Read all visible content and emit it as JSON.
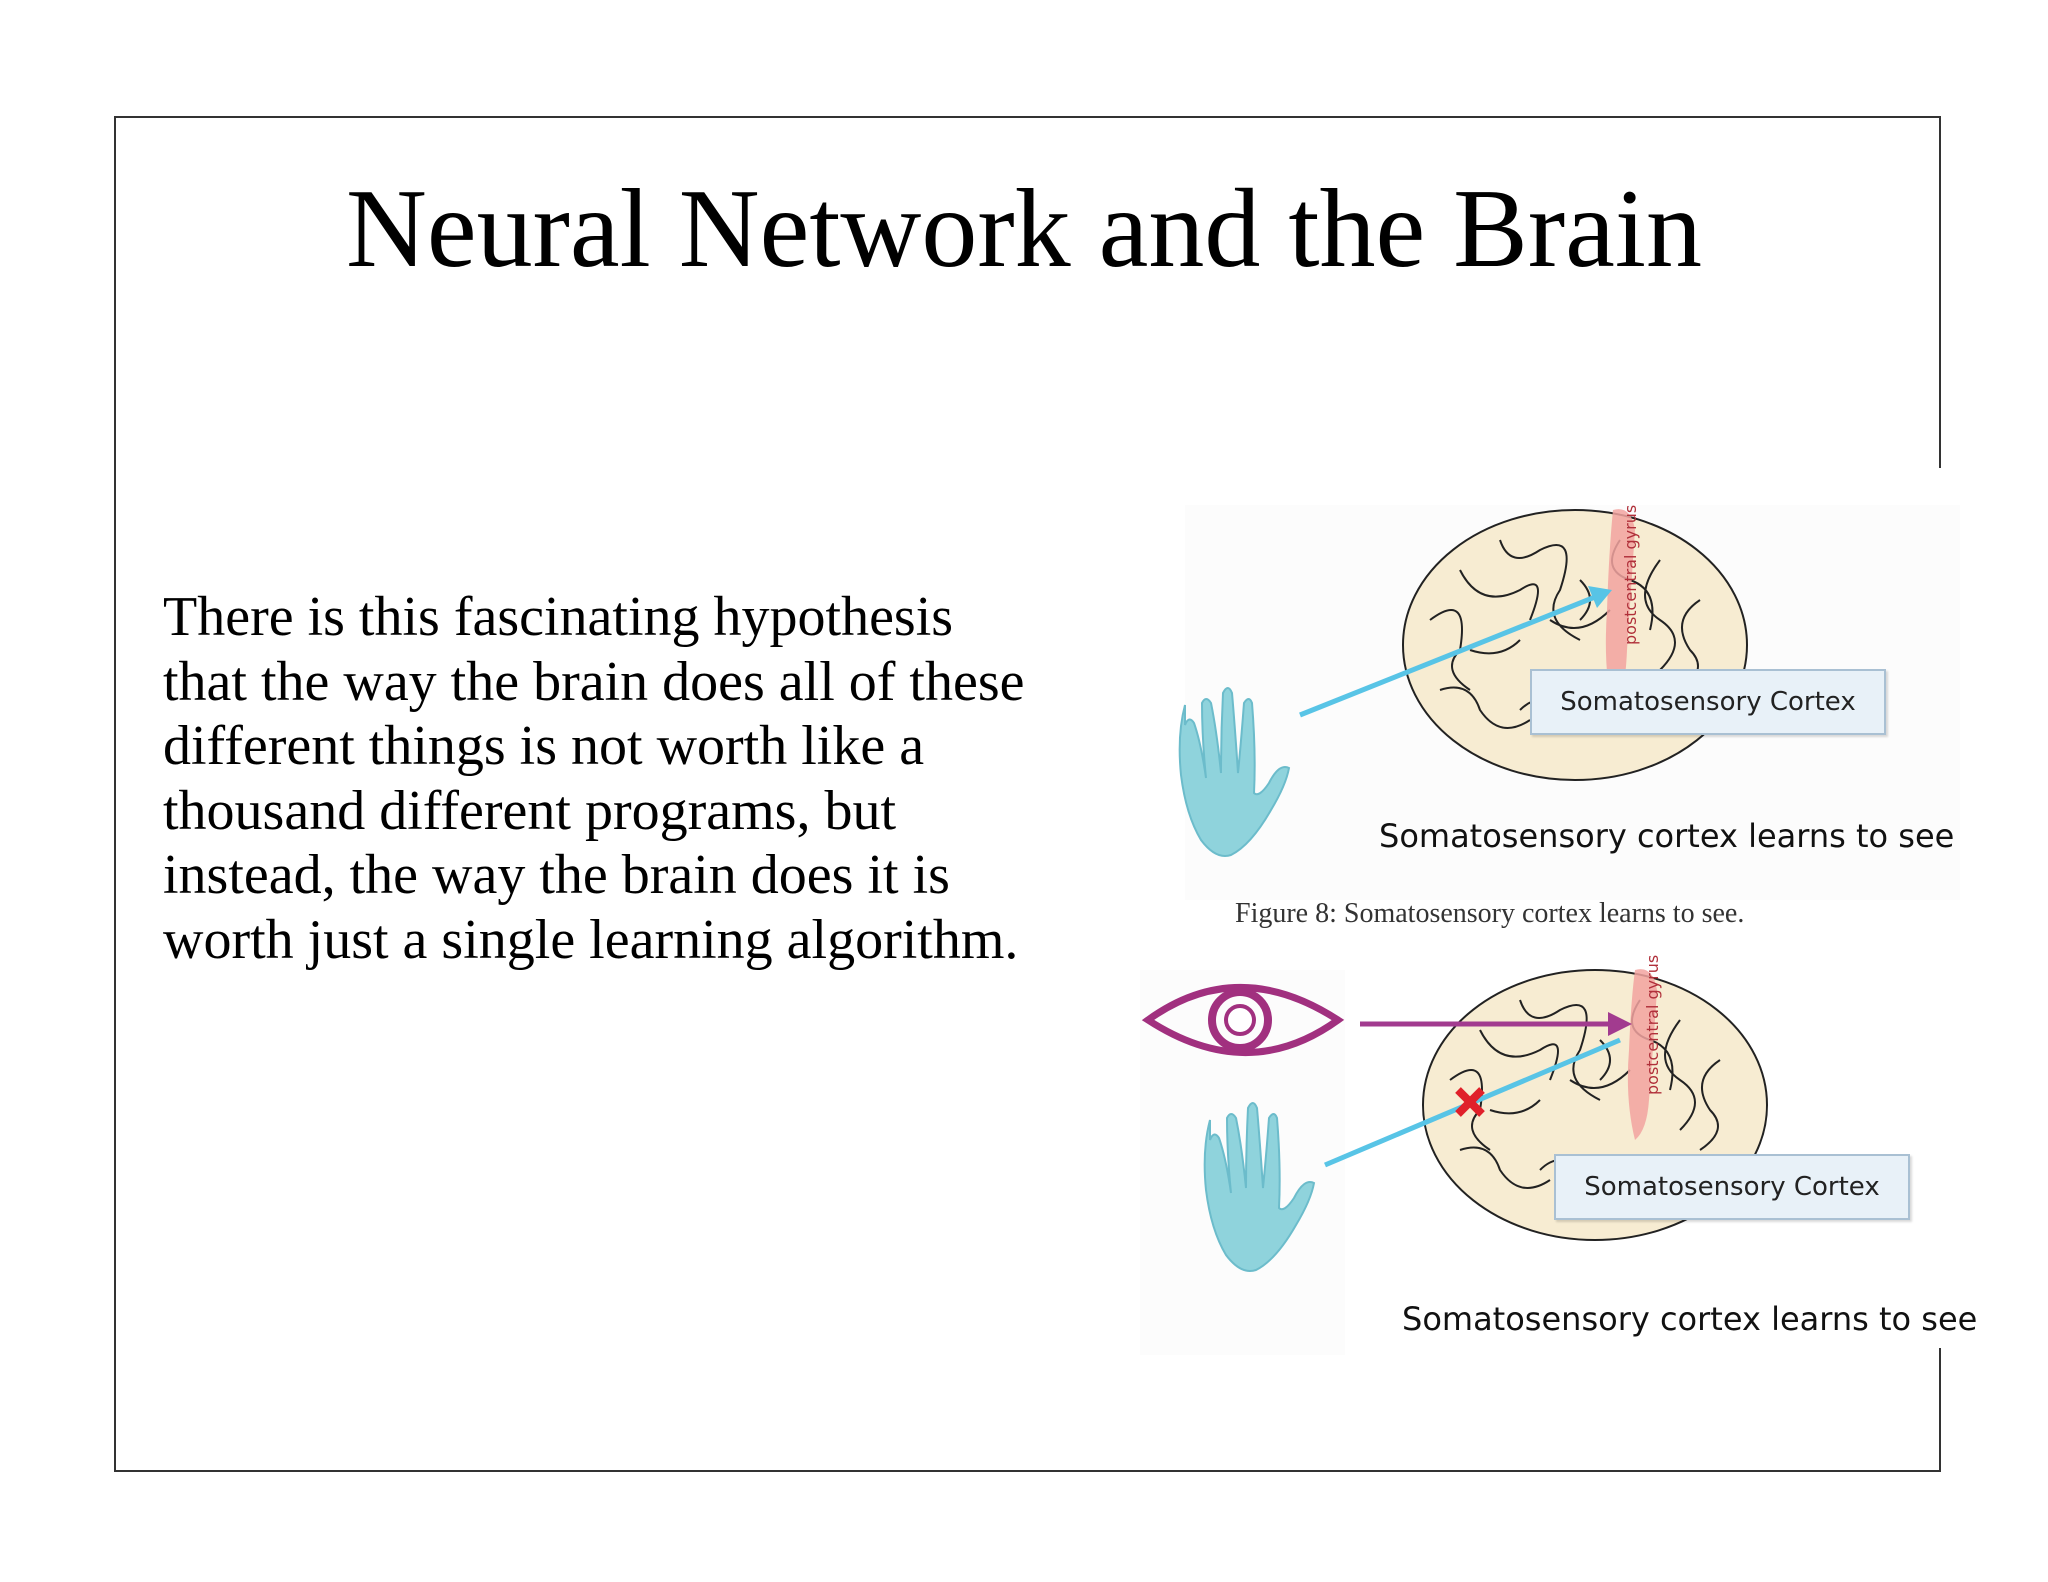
{
  "slide": {
    "title": "Neural Network and the Brain",
    "body_lines": [
      "There is this fascinating hypothesis",
      "that the way the brain does all of these",
      "different things is not worth like a",
      "thousand different programs, but",
      "instead, the way the brain does it is",
      "worth just a single learning algorithm."
    ]
  },
  "figure": {
    "top": {
      "gyrus_label": "postcentral gyrus",
      "box_label": "Somatosensory Cortex",
      "caption": "Somatosensory cortex learns to see"
    },
    "figure_caption": "Figure 8:  Somatosensory cortex learns to see.",
    "bottom": {
      "gyrus_label": "postcentral gyrus",
      "box_label": "Somatosensory Cortex",
      "caption": "Somatosensory cortex learns to see"
    }
  },
  "colors": {
    "frame": "#333333",
    "hand": "#8fd3dc",
    "arrow_blue": "#58c4e6",
    "arrow_purple": "#a23b8f",
    "eye": "#a1307f",
    "cross": "#e0202a",
    "gyrus": "#f2a3a0",
    "brain_fill": "#f7ecd2"
  }
}
